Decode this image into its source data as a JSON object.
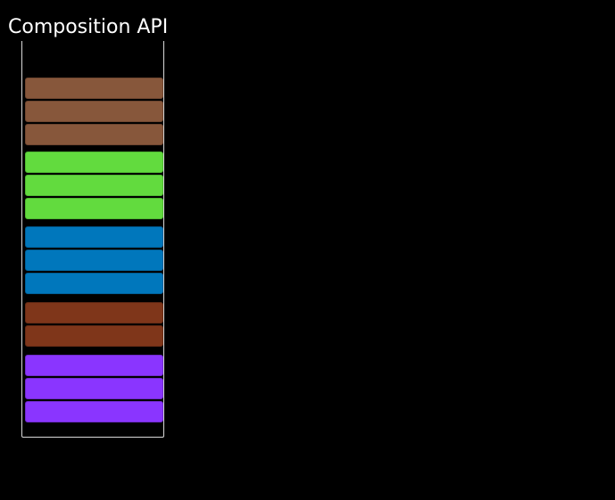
{
  "title": "Composition API",
  "groups": [
    {
      "color": "#87573b",
      "border": "#6e4630",
      "count": 3
    },
    {
      "color": "#62db3e",
      "border": "#4fb732",
      "count": 3
    },
    {
      "color": "#0077bc",
      "border": "#005f97",
      "count": 3
    },
    {
      "color": "#7f361a",
      "border": "#662b15",
      "count": 2
    },
    {
      "color": "#8a35ff",
      "border": "#6f2bcc",
      "count": 3
    }
  ]
}
